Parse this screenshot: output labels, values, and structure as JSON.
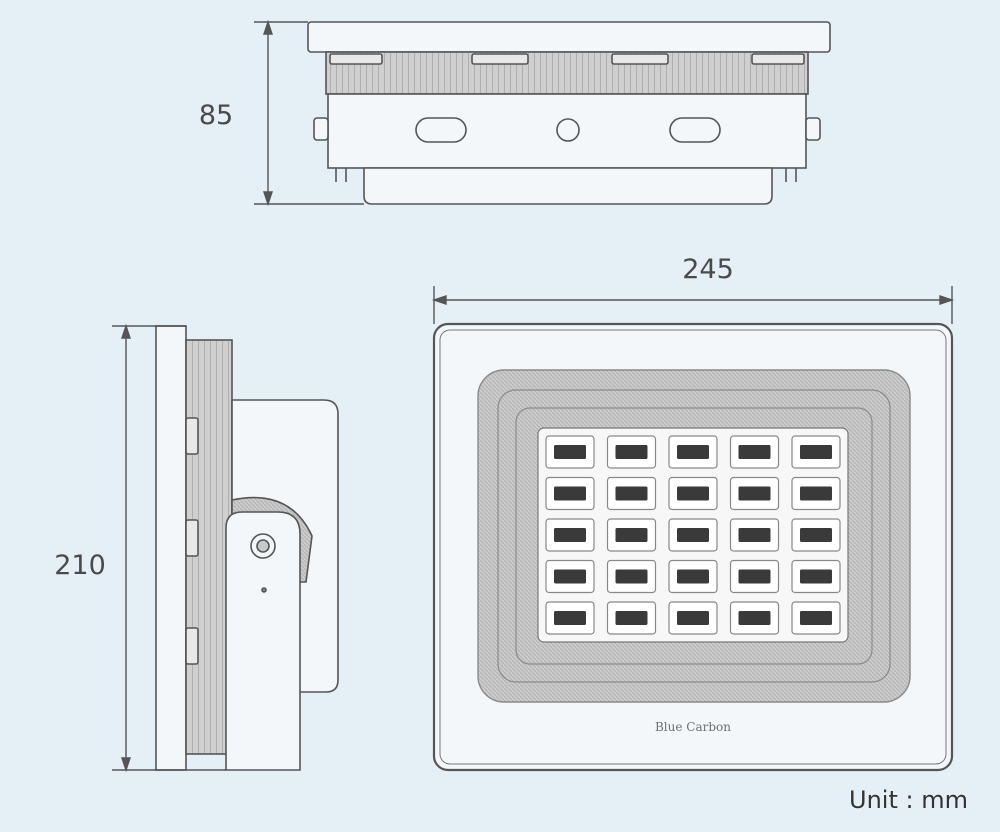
{
  "dimensions": {
    "height": "85",
    "width": "245",
    "depth": "210"
  },
  "unit_label": "Unit : mm",
  "brand_label": "Blue Carbon",
  "led_grid": {
    "rows": 5,
    "cols": 5
  },
  "colors": {
    "background": "#e5f0f6",
    "outline": "#555555",
    "housing_fill": "#f3f7f9",
    "heatsink_fill": "#c9c9c9",
    "led_chip": "#3a3a3a",
    "led_panel": "#f7f7f7"
  }
}
